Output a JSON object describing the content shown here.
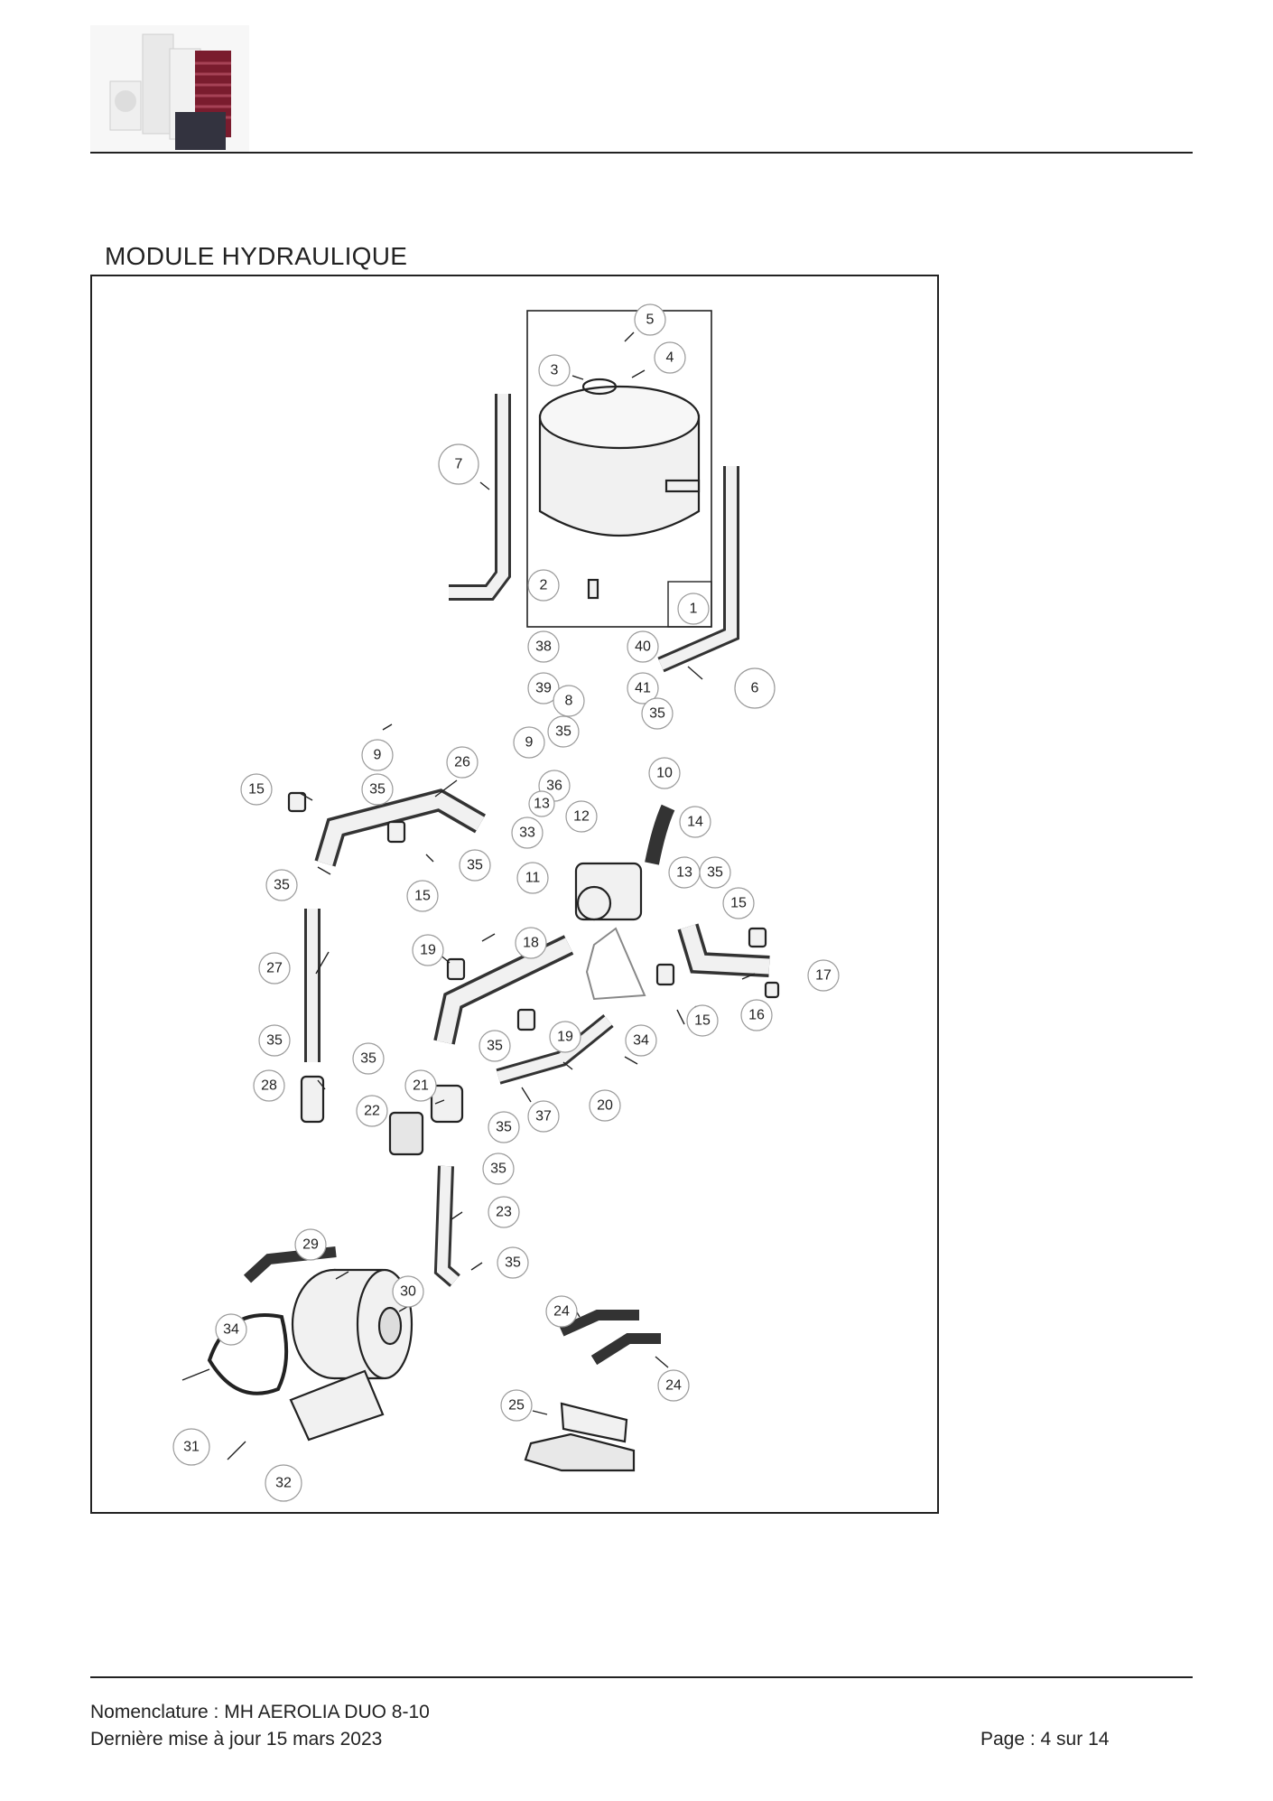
{
  "header": {
    "logo_icon": "heating-products-logo"
  },
  "section": {
    "title": "MODULE HYDRAULIQUE"
  },
  "diagram": {
    "callouts": [
      "1",
      "2",
      "3",
      "4",
      "5",
      "6",
      "7",
      "8",
      "9",
      "10",
      "11",
      "12",
      "13",
      "14",
      "15",
      "16",
      "17",
      "18",
      "19",
      "20",
      "21",
      "22",
      "23",
      "24",
      "25",
      "26",
      "27",
      "28",
      "29",
      "30",
      "31",
      "32",
      "33",
      "34",
      "35",
      "36",
      "37",
      "38",
      "39",
      "40",
      "41"
    ]
  },
  "footer": {
    "nomenclature": "Nomenclature : MH AEROLIA DUO 8-10",
    "updated": "Dernière mise à jour 15 mars 2023",
    "page": "Page : 4 sur 14"
  }
}
